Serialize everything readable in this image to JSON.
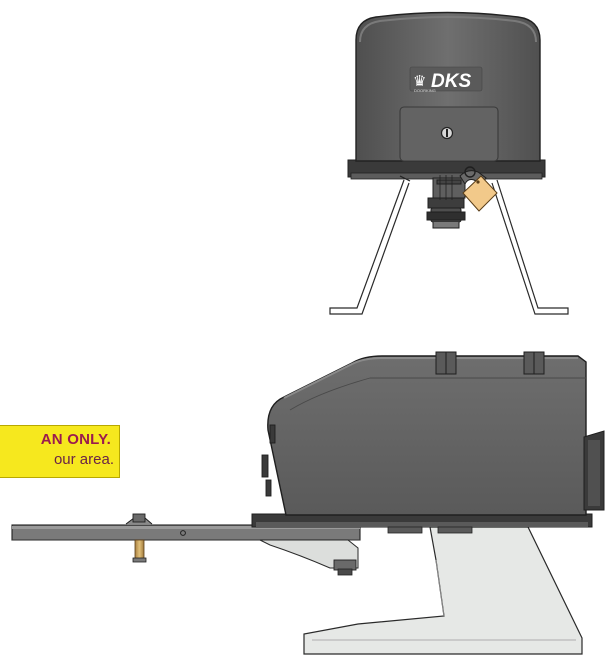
{
  "brand": {
    "logo_text": "DKS",
    "logo_subtext": "DOORKING"
  },
  "warning": {
    "line1": "AN ONLY.",
    "line2": "our area."
  },
  "colors": {
    "housing": "#6b6b6b",
    "housing_shadow": "#4a4a4a",
    "housing_dark": "#2a2a2a",
    "stand": "#e6e8e6",
    "warning_bg": "#f6e81e",
    "warning_text": "#9b1a4e",
    "brass": "#c9a25a",
    "tag": "#f2c98a"
  }
}
